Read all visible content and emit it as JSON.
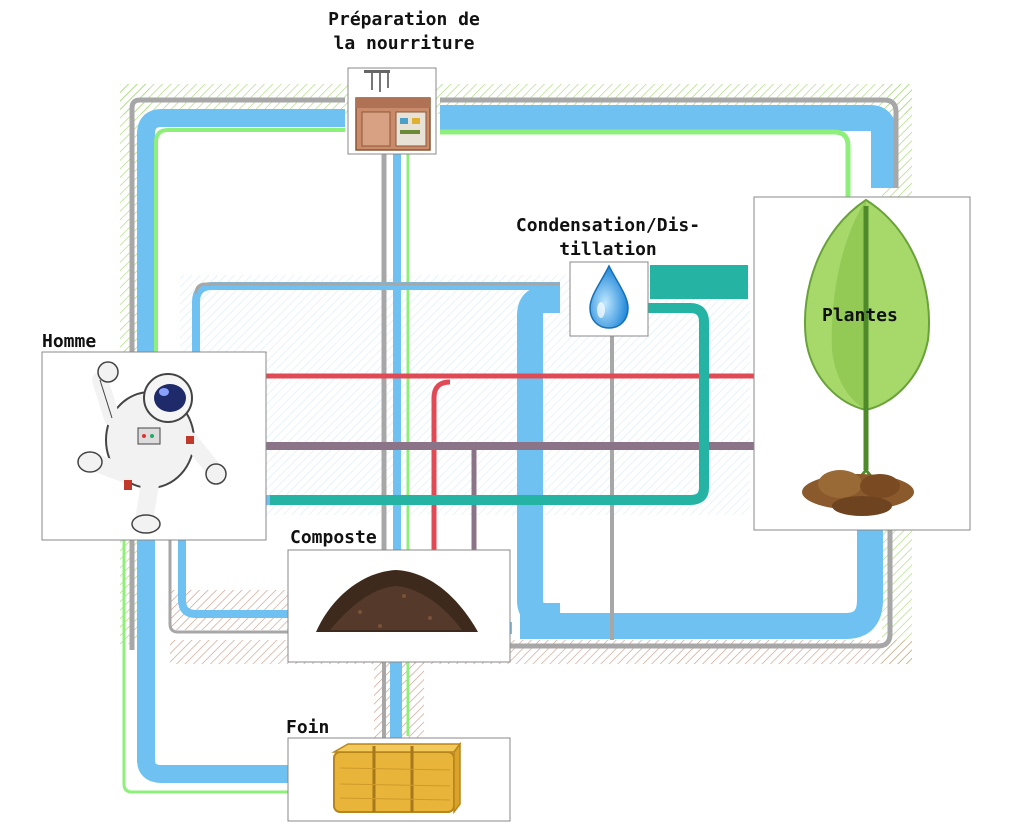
{
  "nodes": {
    "food_prep": {
      "label_line1": "Préparation de",
      "label_line2": "la nourriture",
      "icon": "kitchen-icon"
    },
    "condensation": {
      "label_line1": "Condensation/Dis-",
      "label_line2": "tillation",
      "icon": "water-drop-icon"
    },
    "human": {
      "label": "Homme",
      "icon": "astronaut-icon"
    },
    "plants": {
      "label": "Plantes",
      "icon": "leaf-icon"
    },
    "compost": {
      "label": "Composte",
      "icon": "compost-pile-icon"
    },
    "hay": {
      "label": "Foin",
      "icon": "hay-bale-icon"
    }
  },
  "colors": {
    "water": "#6ec1f0",
    "grey": "#a7a7a7",
    "green": "#8ef07a",
    "red": "#e04a55",
    "mauve": "#8c7488",
    "teal": "#25b3a3",
    "hatch": "#b8e08a"
  }
}
